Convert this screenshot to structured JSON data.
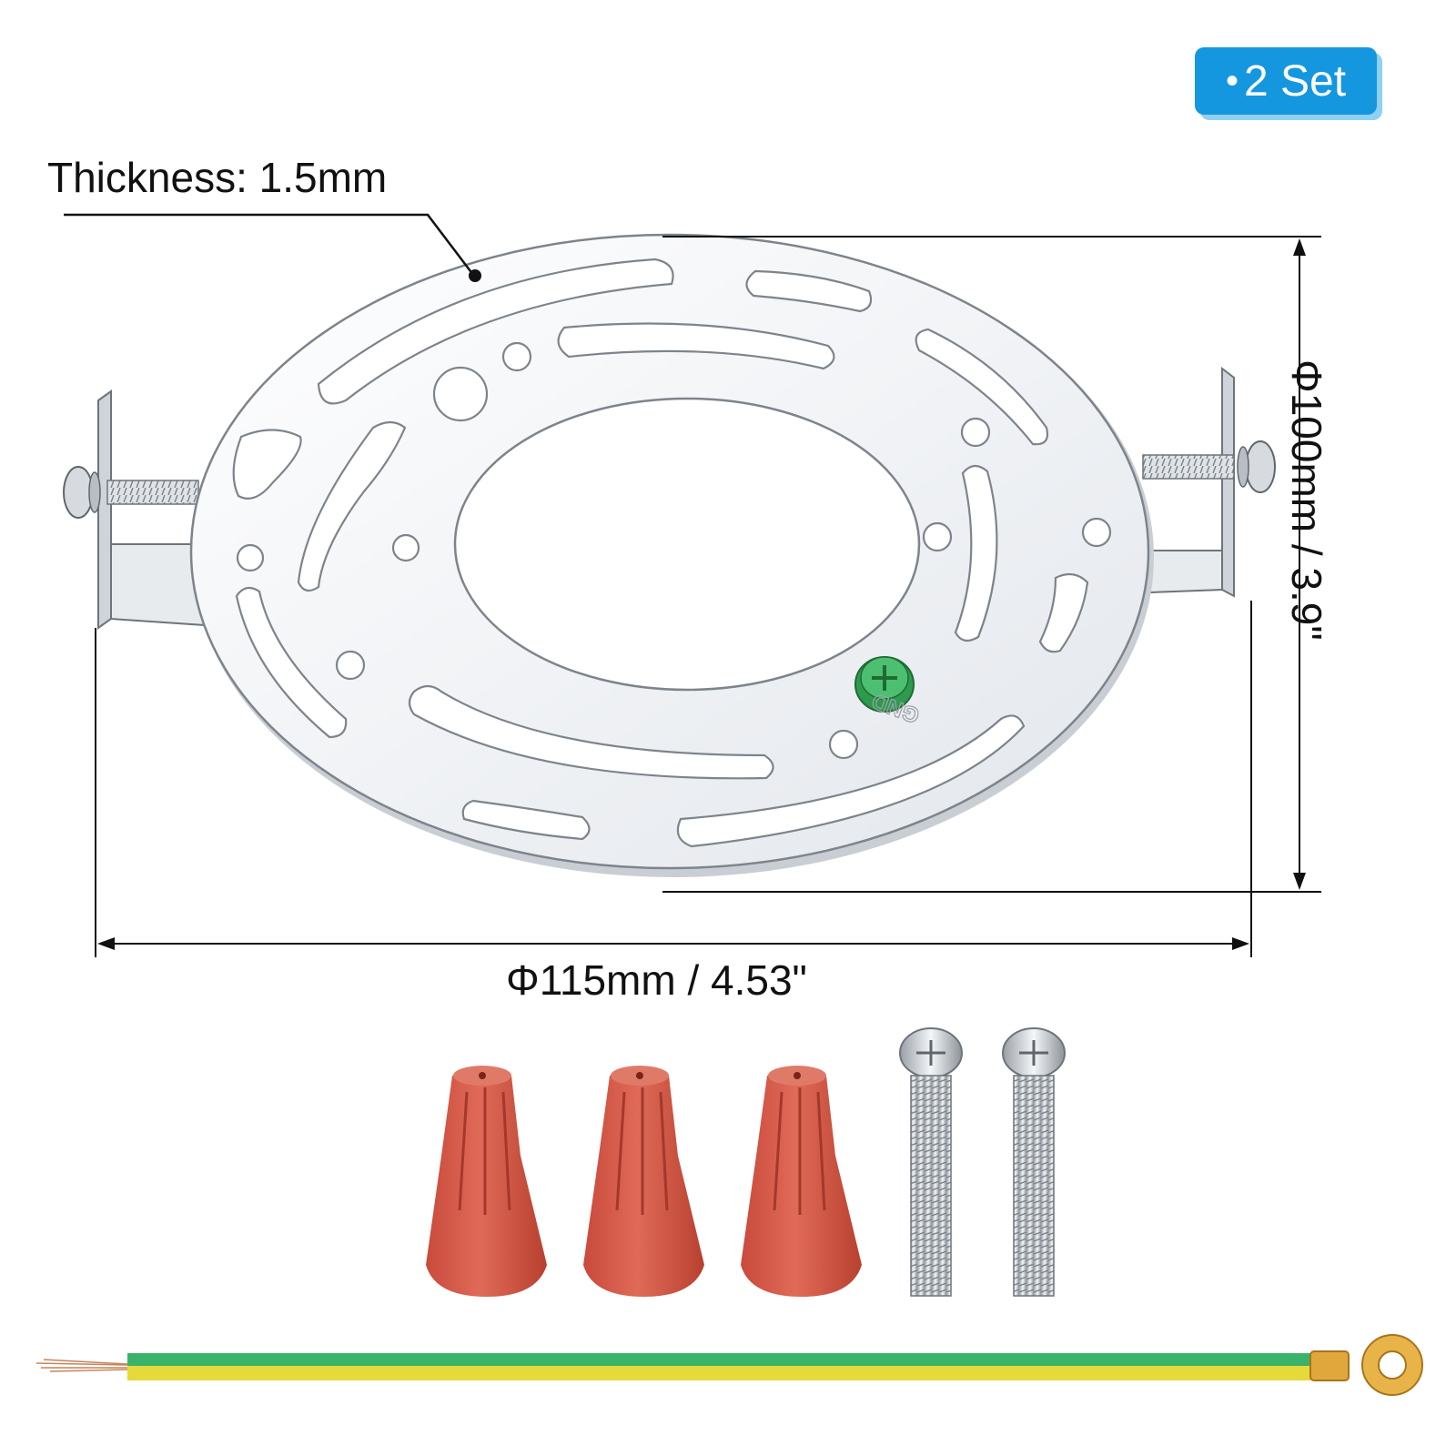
{
  "badge": {
    "bullet": "•",
    "text": "2 Set"
  },
  "dimensions": {
    "thickness": "Thickness: 1.5mm",
    "width": "Φ115mm / 4.53\"",
    "height": "Φ100mm / 3.9\""
  },
  "plate": {
    "ground_mark": "GND"
  },
  "accessories": {
    "wire_nut_count": 3,
    "screw_count": 2,
    "ground_wire": true
  },
  "colors": {
    "badge_blue": "#1597e0",
    "plate_metal": "#f3f5f8",
    "wire_nut_red": "#d65a4a",
    "ground_screw_green": "#2e9a4e",
    "wire_green": "#3ab36a",
    "wire_yellow": "#e6d93a",
    "terminal_gold": "#e0a83c"
  }
}
